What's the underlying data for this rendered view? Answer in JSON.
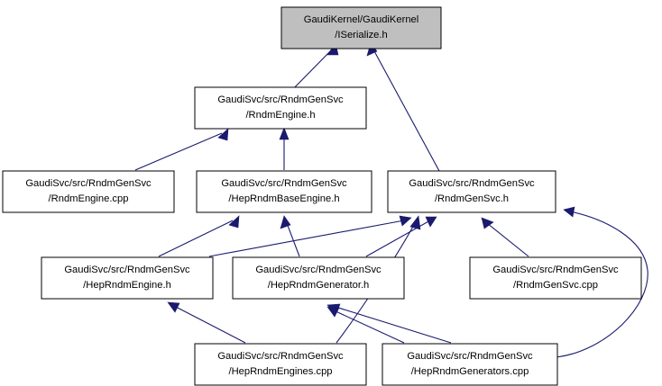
{
  "graph": {
    "title": "Include dependency graph for ISerialize.h",
    "type": "include-dependency-graph",
    "colors": {
      "root_fill": "#bfbfbf",
      "node_fill": "#ffffff",
      "node_stroke": "#000000",
      "edge": "#1a1a6e",
      "background": "#ffffff"
    },
    "nodes": [
      {
        "id": "iserialize",
        "line1": "GaudiKernel/GaudiKernel",
        "line2": "/ISerialize.h",
        "root": true
      },
      {
        "id": "rndmengine_h",
        "line1": "GaudiSvc/src/RndmGenSvc",
        "line2": "/RndmEngine.h",
        "root": false
      },
      {
        "id": "rndmengine_cpp",
        "line1": "GaudiSvc/src/RndmGenSvc",
        "line2": "/RndmEngine.cpp",
        "root": false
      },
      {
        "id": "hepbase_h",
        "line1": "GaudiSvc/src/RndmGenSvc",
        "line2": "/HepRndmBaseEngine.h",
        "root": false
      },
      {
        "id": "rndmgensvc_h",
        "line1": "GaudiSvc/src/RndmGenSvc",
        "line2": "/RndmGenSvc.h",
        "root": false
      },
      {
        "id": "hepengine_h",
        "line1": "GaudiSvc/src/RndmGenSvc",
        "line2": "/HepRndmEngine.h",
        "root": false
      },
      {
        "id": "hepgenerator_h",
        "line1": "GaudiSvc/src/RndmGenSvc",
        "line2": "/HepRndmGenerator.h",
        "root": false
      },
      {
        "id": "rndmgensvc_cpp",
        "line1": "GaudiSvc/src/RndmGenSvc",
        "line2": "/RndmGenSvc.cpp",
        "root": false
      },
      {
        "id": "hepengines_cpp",
        "line1": "GaudiSvc/src/RndmGenSvc",
        "line2": "/HepRndmEngines.cpp",
        "root": false
      },
      {
        "id": "hepgenerators_cpp",
        "line1": "GaudiSvc/src/RndmGenSvc",
        "line2": "/HepRndmGenerators.cpp",
        "root": false
      }
    ],
    "edges": [
      {
        "from": "rndmengine_h",
        "to": "iserialize"
      },
      {
        "from": "rndmgensvc_h",
        "to": "iserialize"
      },
      {
        "from": "rndmengine_cpp",
        "to": "rndmengine_h"
      },
      {
        "from": "hepbase_h",
        "to": "rndmengine_h"
      },
      {
        "from": "hepengine_h",
        "to": "hepbase_h"
      },
      {
        "from": "hepgenerator_h",
        "to": "hepbase_h"
      },
      {
        "from": "hepengine_h",
        "to": "rndmgensvc_h"
      },
      {
        "from": "hepgenerator_h",
        "to": "rndmgensvc_h"
      },
      {
        "from": "hepengines_cpp",
        "to": "rndmgensvc_h"
      },
      {
        "from": "rndmgensvc_cpp",
        "to": "rndmgensvc_h"
      },
      {
        "from": "hepgenerators_cpp",
        "to": "rndmgensvc_h"
      },
      {
        "from": "hepengines_cpp",
        "to": "hepengine_h"
      },
      {
        "from": "hepengines_cpp",
        "to": "hepgenerator_h"
      },
      {
        "from": "hepgenerators_cpp",
        "to": "hepgenerator_h"
      }
    ]
  }
}
